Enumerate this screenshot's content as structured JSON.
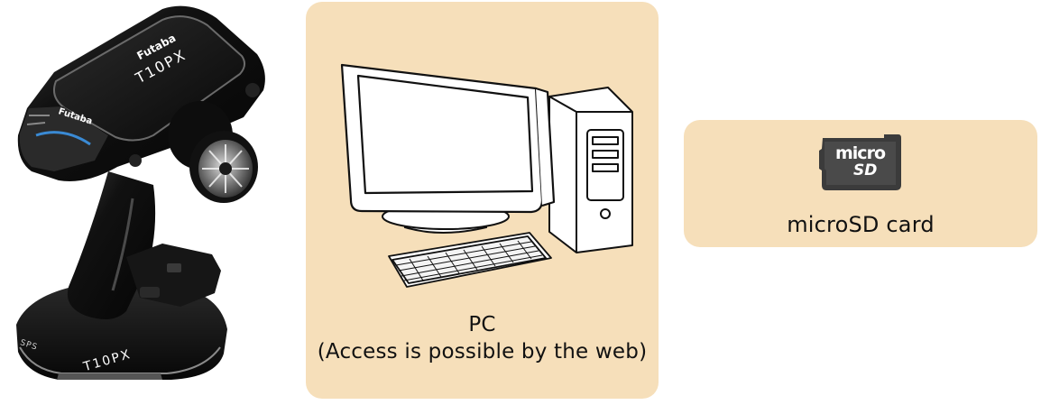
{
  "transmitter": {
    "brand_screen": "Futaba",
    "brand_lower": "Futaba",
    "model_top": "T10PX",
    "model_base": "T10PX",
    "base_badge": "SPS"
  },
  "pc": {
    "caption_line1": "PC",
    "caption_line2": "(Access is possible by the web)"
  },
  "microsd": {
    "logo_top": "micro",
    "logo_bottom": "SD",
    "caption": "microSD card"
  },
  "colors": {
    "panel_fill": "#f6dfba",
    "transmitter_body": "#151515",
    "accent_blue": "#3fa3ff"
  }
}
